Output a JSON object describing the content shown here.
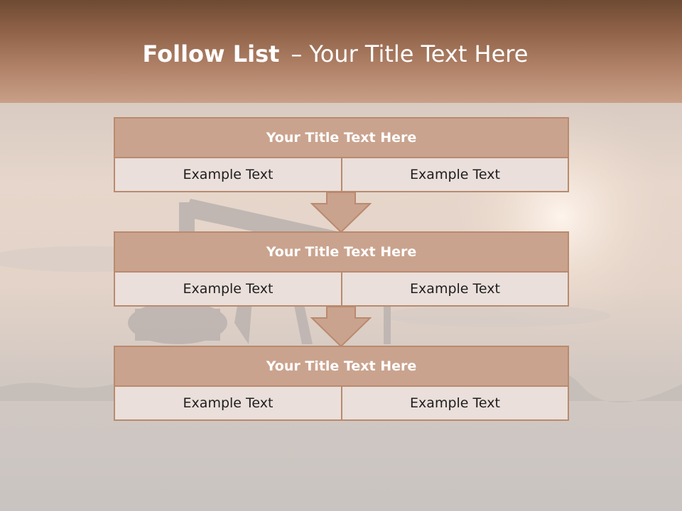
{
  "slide": {
    "title_bold": "Follow List",
    "title_dash": "–",
    "title_rest": "Your Title Text Here"
  },
  "steps": [
    {
      "title": "Your Title Text Here",
      "left": "Example Text",
      "right": "Example Text"
    },
    {
      "title": "Your Title Text Here",
      "left": "Example Text",
      "right": "Example Text"
    },
    {
      "title": "Your Title Text Here",
      "left": "Example Text",
      "right": "Example Text"
    }
  ],
  "colors": {
    "header": "#8f6248",
    "block_title": "#caa38e",
    "block_cell": "#eadfda",
    "border": "#b98a6e"
  }
}
